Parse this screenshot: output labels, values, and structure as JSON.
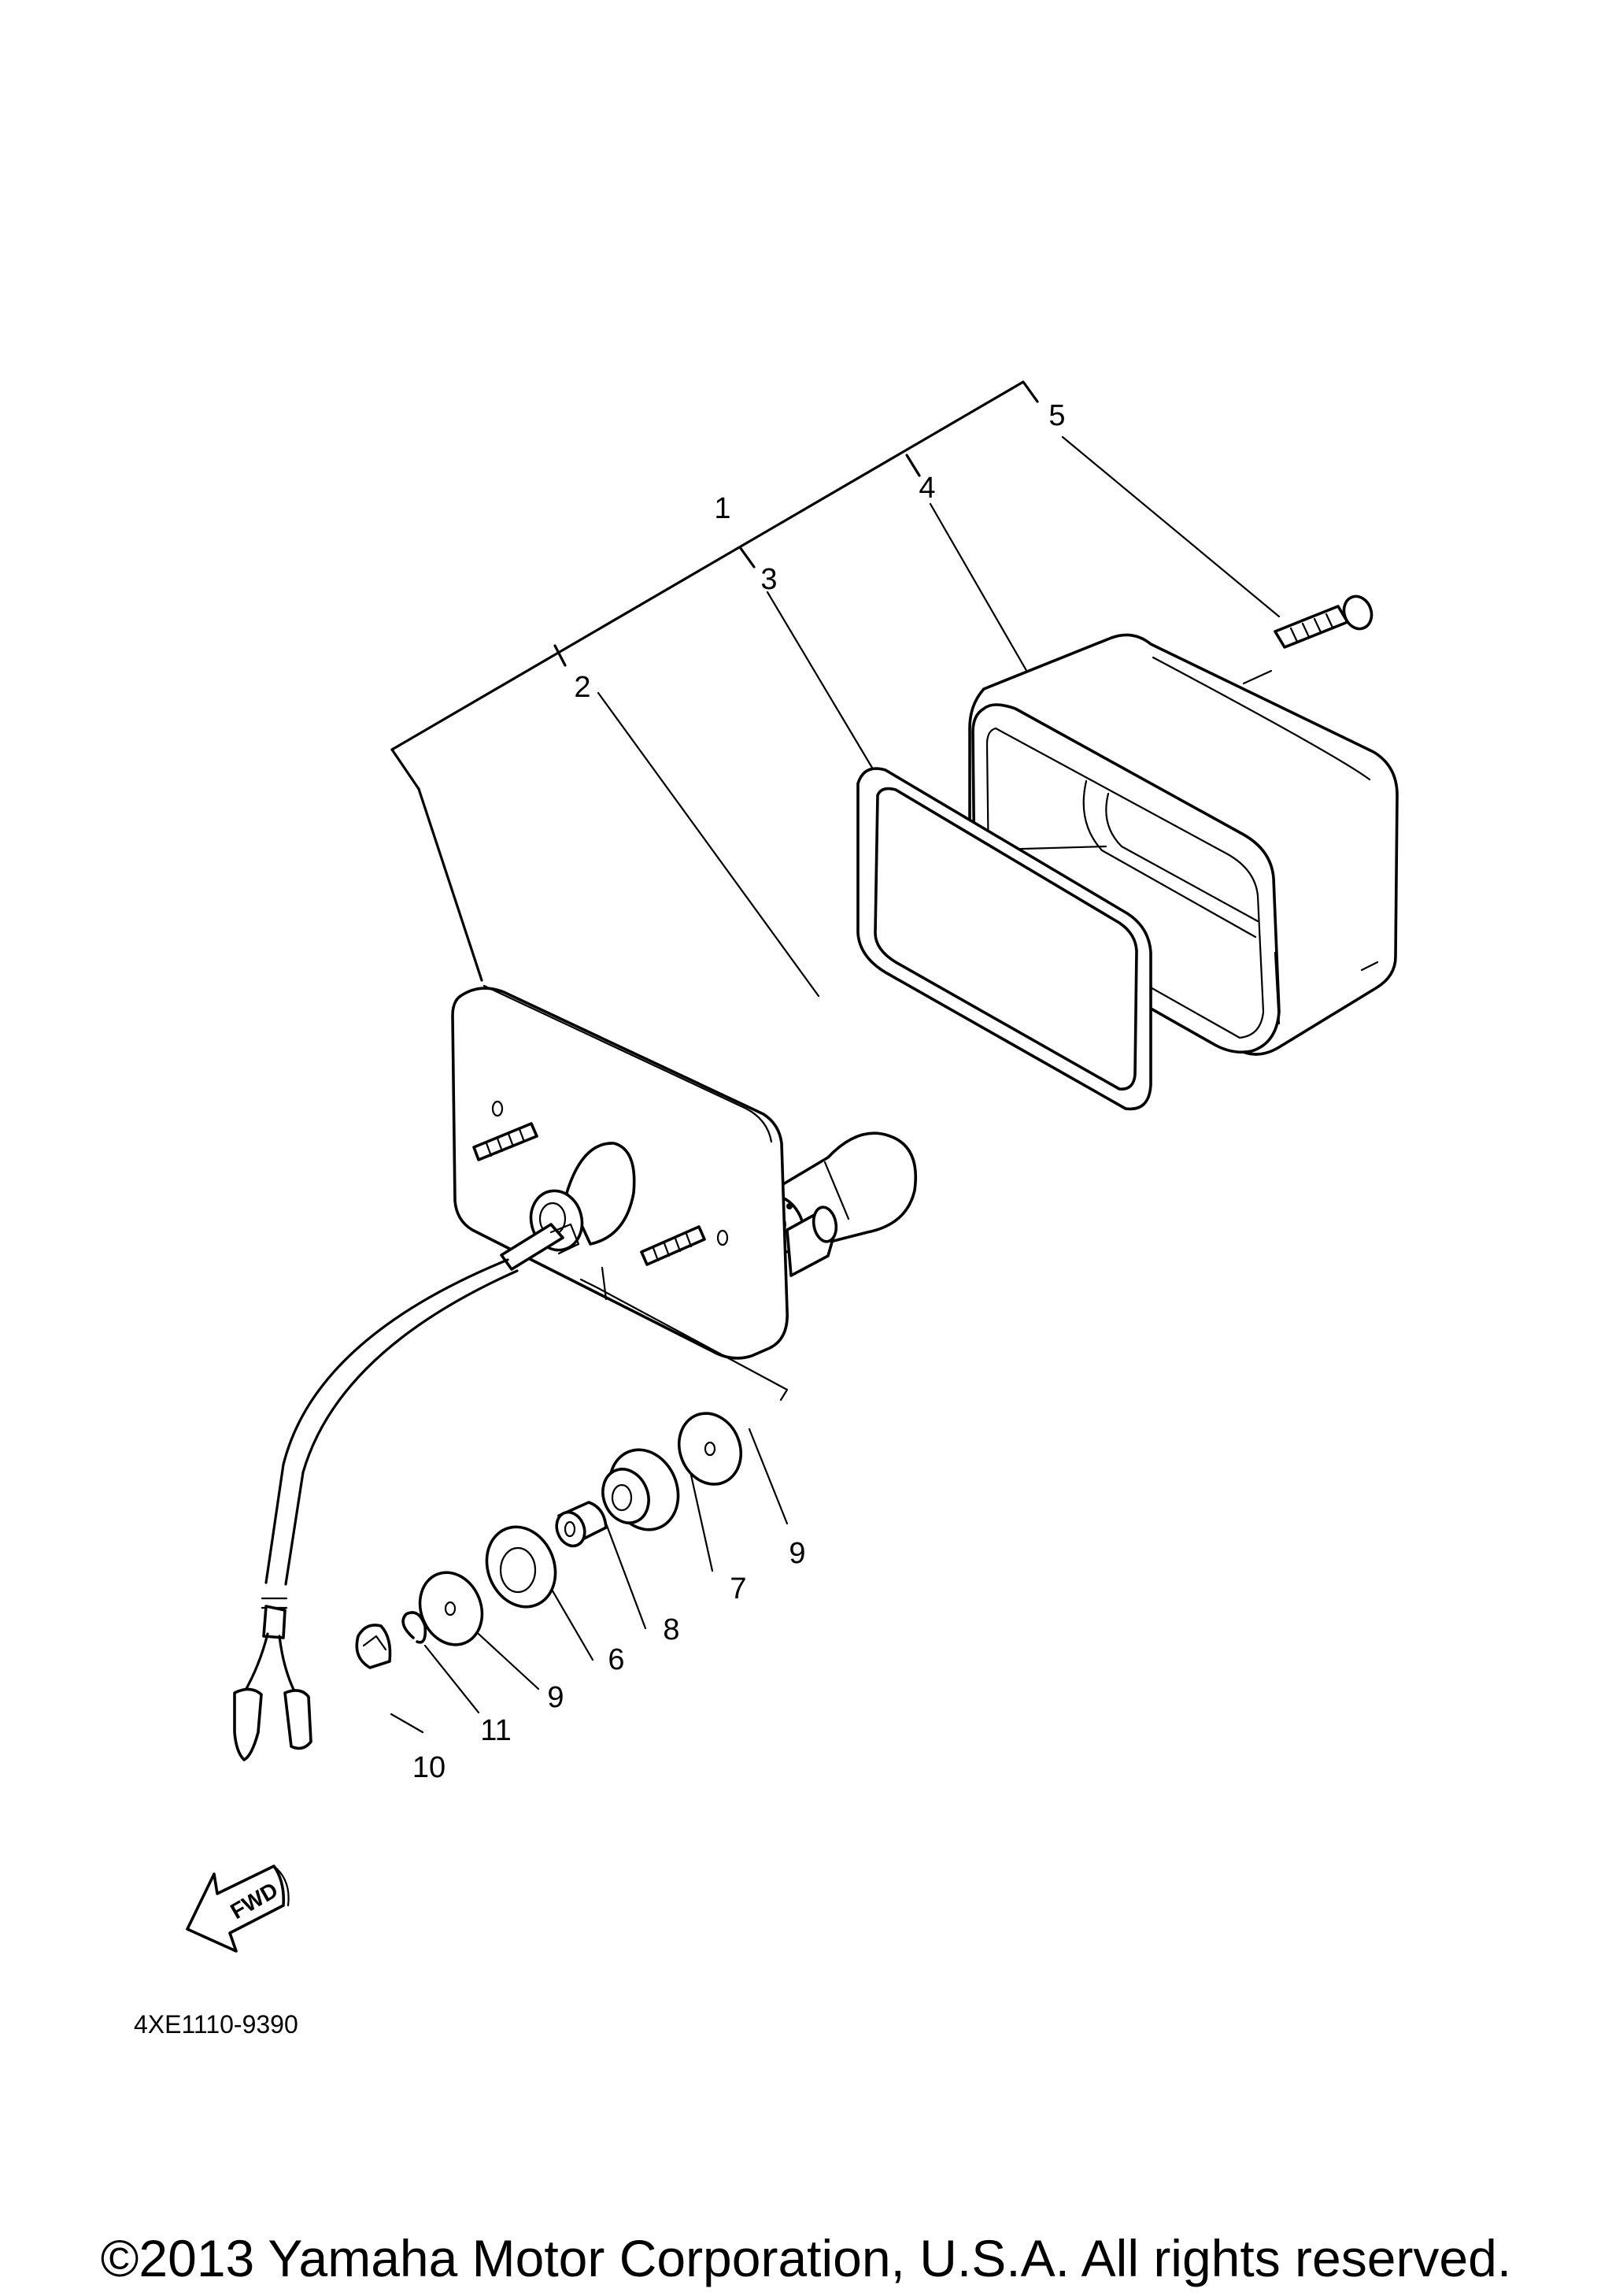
{
  "callouts": {
    "c1": "1",
    "c2": "2",
    "c3": "3",
    "c4": "4",
    "c5": "5",
    "c6": "6",
    "c7": "7",
    "c8": "8",
    "c9a": "9",
    "c9b": "9",
    "c10": "10",
    "c11": "11"
  },
  "fwd_label": "FWD",
  "diagram_code": "4XE1110-9390",
  "copyright": "©2013 Yamaha Motor Corporation, U.S.A. All rights reserved.",
  "colors": {
    "ink": "#000000",
    "background": "#ffffff"
  }
}
